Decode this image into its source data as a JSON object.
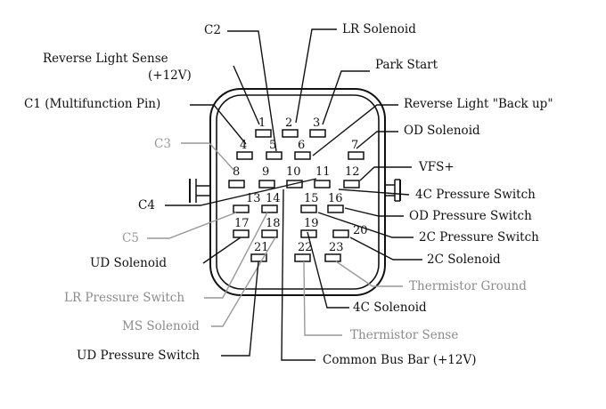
{
  "colors": {
    "dark": "#111111",
    "gray": "#8c8c8c",
    "background": "#ffffff"
  },
  "pins": [
    "1",
    "2",
    "3",
    "4",
    "5",
    "6",
    "7",
    "8",
    "9",
    "10",
    "11",
    "12",
    "13",
    "14",
    "15",
    "16",
    "17",
    "18",
    "19",
    "20",
    "21",
    "22",
    "23"
  ],
  "labels": {
    "c2": "C2",
    "lr_solenoid": "LR Solenoid",
    "reverse_light_sense": "Reverse Light Sense",
    "plus_12v": "(+12V)",
    "park_start": "Park Start",
    "c1": "C1 (Multifunction Pin)",
    "reverse_light_back_up": "Reverse Light \"Back up\"",
    "od_solenoid": "OD Solenoid",
    "c3": "C3",
    "vfs_plus": "VFS+",
    "c4": "C4",
    "pressure_4c": "4C Pressure Switch",
    "od_pressure": "OD Pressure Switch",
    "c5": "C5",
    "pressure_2c": "2C Pressure Switch",
    "ud_solenoid": "UD Solenoid",
    "solenoid_2c": "2C Solenoid",
    "thermistor_ground": "Thermistor Ground",
    "lr_pressure": "LR Pressure Switch",
    "solenoid_4c": "4C Solenoid",
    "ms_solenoid": "MS Solenoid",
    "thermistor_sense": "Thermistor Sense",
    "ud_pressure": "UD Pressure Switch",
    "common_bus": "Common Bus Bar (+12V)"
  }
}
